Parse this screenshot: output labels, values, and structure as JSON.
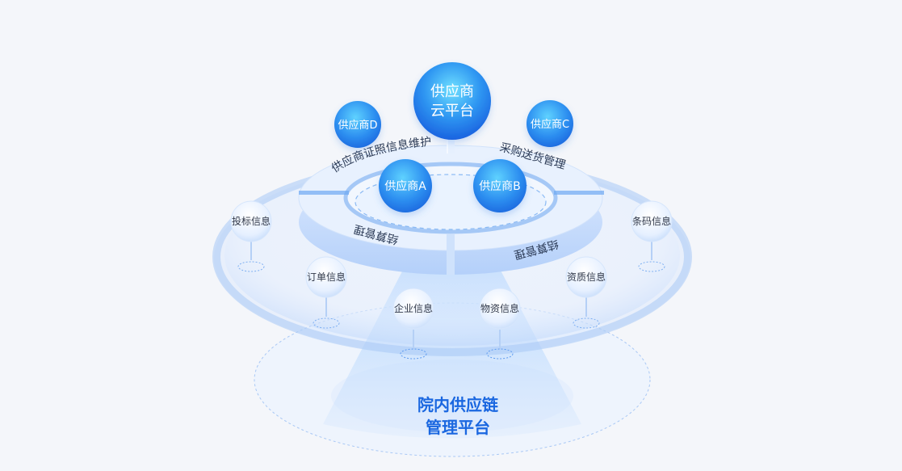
{
  "cloud_platform": {
    "line1": "供应商",
    "line2": "云平台"
  },
  "suppliers": {
    "a": "供应商A",
    "b": "供应商B",
    "c": "供应商C",
    "d": "供应商D"
  },
  "ring_labels": {
    "top_left": "供应商证照信息维护",
    "top_right": "采购送货管理",
    "bottom_left": "结算管理",
    "bottom_right": "结算管理"
  },
  "info_nodes": {
    "bidding": "投标信息",
    "order": "订单信息",
    "enterprise": "企业信息",
    "material": "物资信息",
    "qualification": "资质信息",
    "barcode": "条码信息"
  },
  "hospital_platform": {
    "line1": "院内供应链",
    "line2": "管理平台"
  }
}
